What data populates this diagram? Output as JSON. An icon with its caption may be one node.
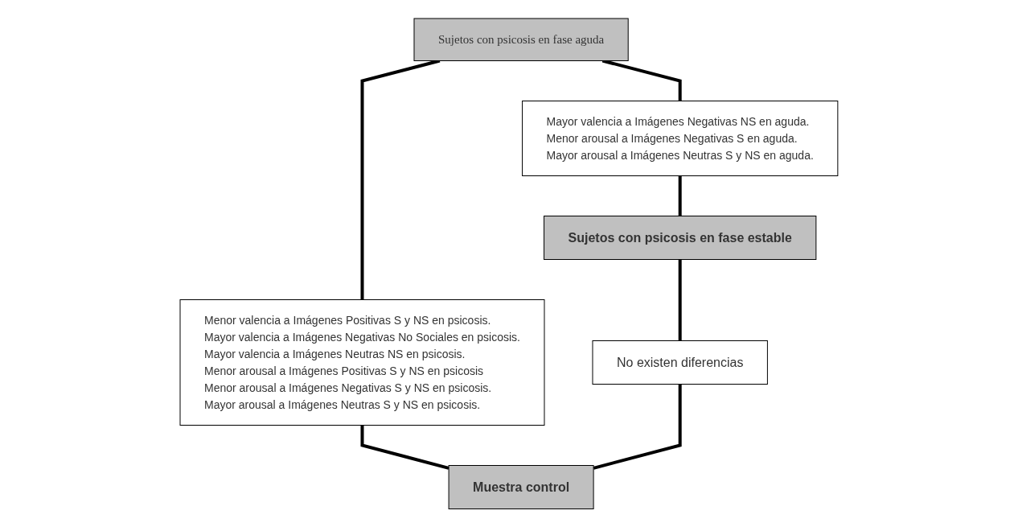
{
  "diagram": {
    "nodes": [
      {
        "text": [
          "Sujetos con psicosis en fase aguda"
        ]
      },
      {
        "text": [
          "Mayor valencia a Imágenes Negativas NS en aguda.",
          "Menor arousal a Imágenes Negativas S en aguda.",
          "Mayor arousal a Imágenes Neutras S y NS en aguda."
        ]
      },
      {
        "text": [
          "Menor valencia a Imágenes Positivas S y NS en psicosis.",
          "Mayor valencia a Imágenes Negativas No Sociales en psicosis.",
          "Mayor valencia a Imágenes Neutras NS en psicosis.",
          "Menor arousal a Imágenes Positivas S y NS en psicosis",
          "Menor arousal a Imágenes Negativas S y NS en psicosis.",
          "Mayor arousal a Imágenes Neutras S y NS en psicosis."
        ]
      },
      {
        "text": [
          "Sujetos con psicosis en fase estable"
        ]
      },
      {
        "text": [
          "No existen diferencias"
        ]
      },
      {
        "text": [
          "Muestra control"
        ]
      }
    ],
    "edges": [
      {
        "from": 0,
        "to": 1,
        "arrow": "none"
      },
      {
        "from": 0,
        "to": 2,
        "arrow": "none"
      },
      {
        "from": 1,
        "to": 3,
        "arrow": "none"
      },
      {
        "from": 2,
        "to": 5,
        "arrow": "none"
      },
      {
        "from": 3,
        "to": 4,
        "arrow": "none"
      },
      {
        "from": 4,
        "to": 5,
        "arrow": "none"
      }
    ]
  }
}
